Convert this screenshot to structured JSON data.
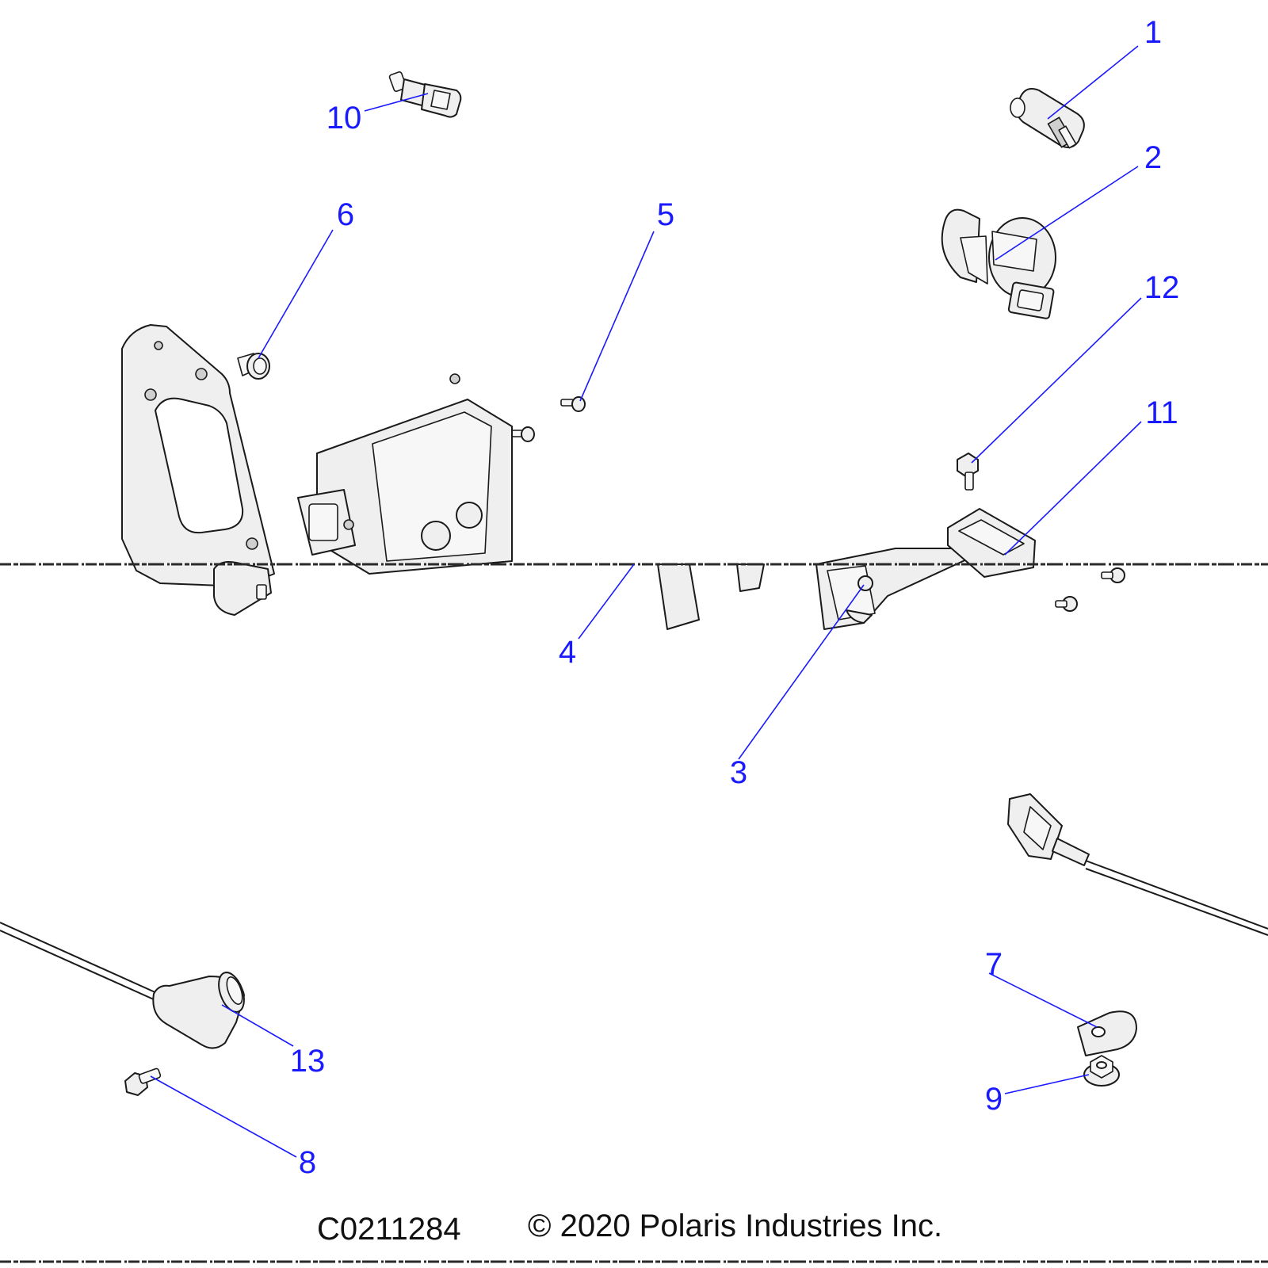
{
  "callouts": [
    {
      "id": "1",
      "label": "1"
    },
    {
      "id": "2",
      "label": "2"
    },
    {
      "id": "3",
      "label": "3"
    },
    {
      "id": "4",
      "label": "4"
    },
    {
      "id": "5",
      "label": "5"
    },
    {
      "id": "6",
      "label": "6"
    },
    {
      "id": "7",
      "label": "7"
    },
    {
      "id": "8",
      "label": "8"
    },
    {
      "id": "9",
      "label": "9"
    },
    {
      "id": "10",
      "label": "10"
    },
    {
      "id": "11",
      "label": "11"
    },
    {
      "id": "12",
      "label": "12"
    },
    {
      "id": "13",
      "label": "13"
    }
  ],
  "footer": {
    "drawing_number": "C0211284",
    "copyright": "© 2020 Polaris Industries Inc."
  },
  "colors": {
    "callout": "#1a1aff",
    "linework": "#1a1a1a",
    "part_fill": "#efefef"
  }
}
